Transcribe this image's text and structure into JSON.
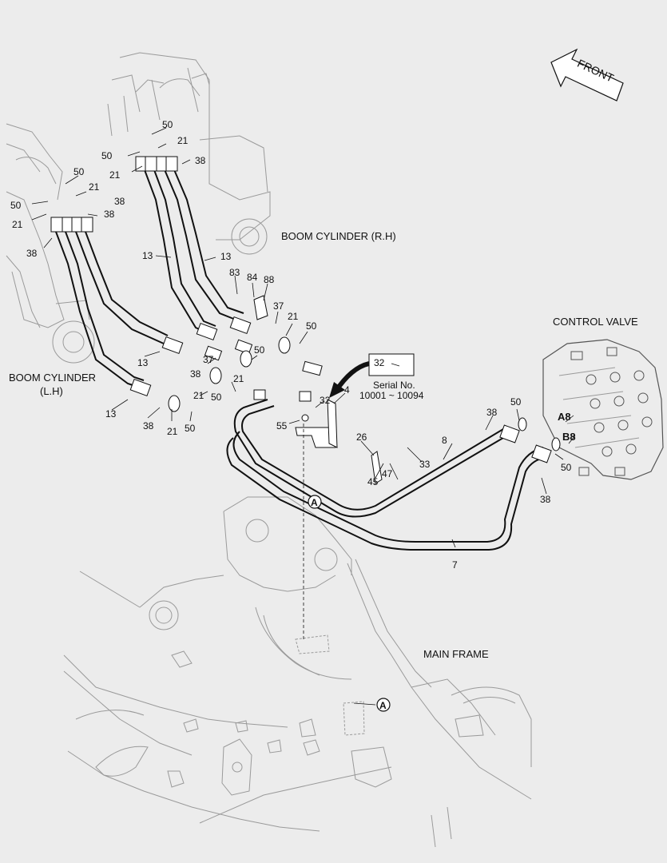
{
  "labels": {
    "boom_cyl_rh": "BOOM CYLINDER (R.H)",
    "boom_cyl_lh_1": "BOOM CYLINDER",
    "boom_cyl_lh_2": "(L.H)",
    "control_valve": "CONTROL VALVE",
    "main_frame": "MAIN FRAME",
    "front": "FRONT",
    "serial_1": "Serial No.",
    "serial_2": "10001 ~ 10094",
    "port_a8": "A8",
    "port_b8": "B8",
    "ref_a": "A"
  },
  "parts": {
    "p4": "4",
    "p7": "7",
    "p8": "8",
    "p13": "13",
    "p21": "21",
    "p26": "26",
    "p32": "32",
    "p33": "33",
    "p37": "37",
    "p38": "38",
    "p45": "45",
    "p47": "47",
    "p50": "50",
    "p55": "55",
    "p83": "83",
    "p84": "84",
    "p88": "88"
  }
}
